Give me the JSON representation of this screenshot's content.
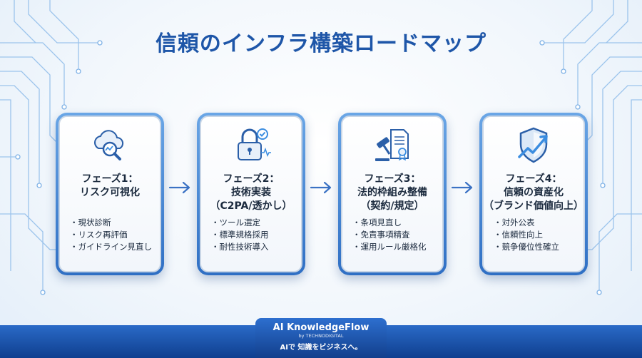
{
  "title": "信頼のインフラ構築ロードマップ",
  "phases": [
    {
      "heading_line1": "フェーズ1：",
      "heading_line2": "リスク可視化",
      "heading_line3": "",
      "items": [
        "現状診断",
        "リスク再評価",
        "ガイドライン見直し"
      ],
      "icon": "cloud-search-icon"
    },
    {
      "heading_line1": "フェーズ2：",
      "heading_line2": "技術実装",
      "heading_line3": "（C2PA/透かし）",
      "items": [
        "ツール選定",
        "標準規格採用",
        "耐性技術導入"
      ],
      "icon": "padlock-check-icon"
    },
    {
      "heading_line1": "フェーズ3：",
      "heading_line2": "法的枠組み整備",
      "heading_line3": "（契約/規定）",
      "items": [
        "条項見直し",
        "免責事項精査",
        "運用ルール厳格化"
      ],
      "icon": "gavel-document-icon"
    },
    {
      "heading_line1": "フェーズ4：",
      "heading_line2": "信頼の資産化",
      "heading_line3": "（ブランド価値向上）",
      "items": [
        "対外公表",
        "信頼性向上",
        "競争優位性確立"
      ],
      "icon": "shield-growth-icon"
    }
  ],
  "footer": {
    "brand": "AI KnowledgeFlow",
    "by": "by TECHNODIGITAL",
    "tagline": "AIで 知識をビジネスへ。"
  },
  "colors": {
    "title": "#1e56a8",
    "card_border": "#2f6fc4",
    "arrow": "#3b72c4",
    "footer": "#1a4fa3"
  }
}
